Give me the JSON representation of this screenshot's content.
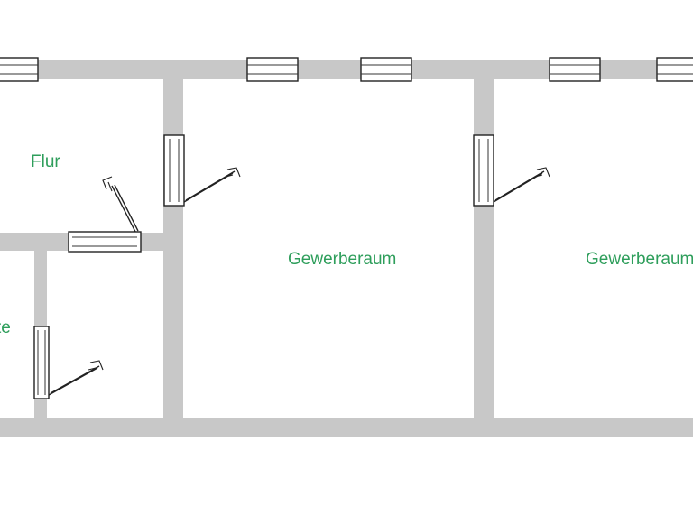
{
  "plan": {
    "rooms": [
      {
        "id": "flur",
        "label": "Flur"
      },
      {
        "id": "gewerbe1",
        "label": "Gewerberaum"
      },
      {
        "id": "gewerbe2",
        "label": "Gewerberaum"
      },
      {
        "id": "partial",
        "label": "te"
      }
    ],
    "colors": {
      "wall": "#c8c8c8",
      "label": "#2e9e5b",
      "line": "#222222",
      "background": "#ffffff"
    },
    "icons": [
      "window-symbol",
      "door-symbol",
      "door-handle-icon"
    ]
  }
}
